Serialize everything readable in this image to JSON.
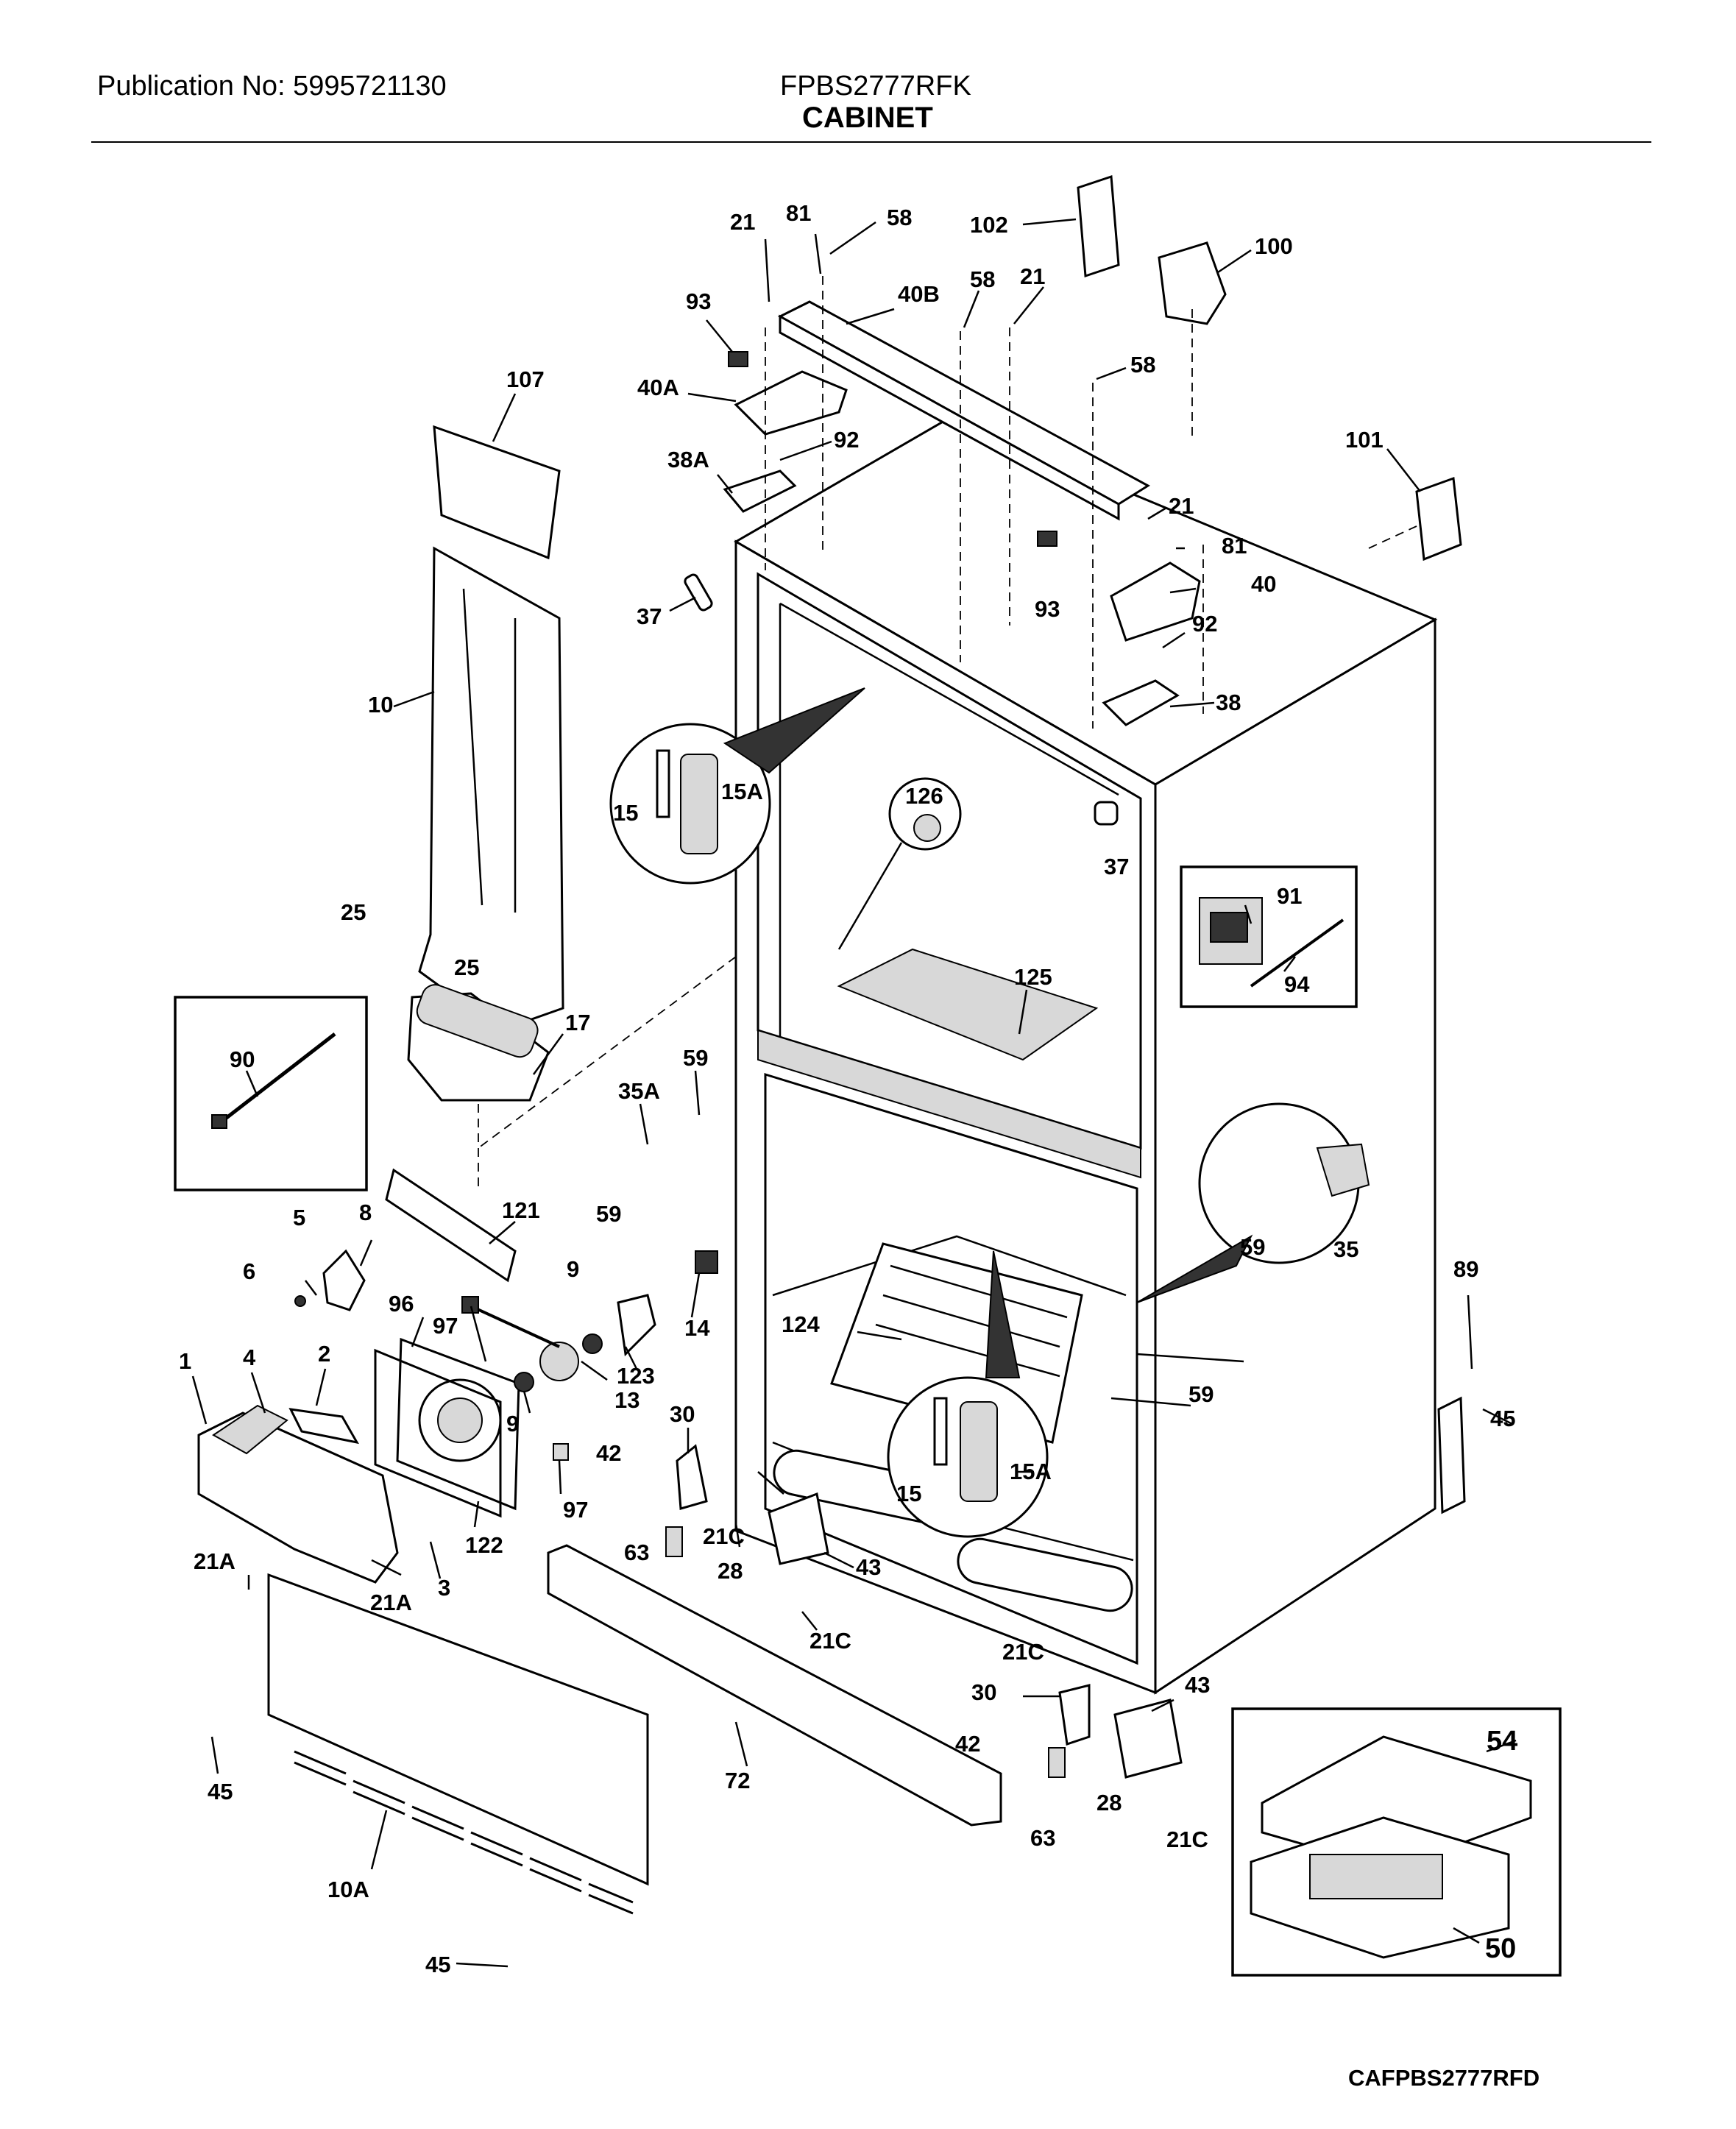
{
  "header": {
    "publication": "Publication No: 5995721130",
    "model": "FPBS2777RFK",
    "title": "CABINET"
  },
  "footer": {
    "diagram_code": "CAFPBS2777RFD"
  },
  "callouts": {
    "c21a": "21",
    "c81a": "81",
    "c58a": "58",
    "c102": "102",
    "c100": "100",
    "c93a": "93",
    "c40b": "40B",
    "c58b": "58",
    "c21b": "21",
    "c107": "107",
    "c40a": "40A",
    "c58c": "58",
    "c92a": "92",
    "c101": "101",
    "c38a": "38A",
    "c21c_top": "21",
    "c81b": "81",
    "c93b": "93",
    "c40": "40",
    "c37a": "37",
    "c92b": "92",
    "c10": "10",
    "c38": "38",
    "c15a": "15",
    "c15aa": "15A",
    "c126": "126",
    "c37b": "37",
    "c91": "91",
    "c25a": "25",
    "c25b": "25",
    "c94": "94",
    "c125": "125",
    "c17": "17",
    "c90": "90",
    "c35a": "35A",
    "c59a": "59",
    "c59b": "59",
    "c59c": "59",
    "c35": "35",
    "c5": "5",
    "c8": "8",
    "c121": "121",
    "c6": "6",
    "c9a": "9",
    "c96": "96",
    "c14": "14",
    "c89": "89",
    "c97a": "97",
    "c124": "124",
    "c1": "1",
    "c4": "4",
    "c2": "2",
    "c123": "123",
    "c59d": "59",
    "c45a": "45",
    "c9b": "9",
    "c13": "13",
    "c30a": "30",
    "c15b": "15",
    "c15ab": "15A",
    "c42a": "42",
    "c97b": "97",
    "c21a_a": "21A",
    "c63a": "63",
    "c21c_a": "21C",
    "c122": "122",
    "c28a": "28",
    "c43a": "43",
    "c21a_b": "21A",
    "c3": "3",
    "c21c_b": "21C",
    "c21c_c": "21C",
    "c30b": "30",
    "c43b": "43",
    "c42b": "42",
    "c45b": "45",
    "c72": "72",
    "c28b": "28",
    "c63b": "63",
    "c21c_d": "21C",
    "c54": "54",
    "c10a": "10A",
    "c50": "50",
    "c45c": "45"
  }
}
